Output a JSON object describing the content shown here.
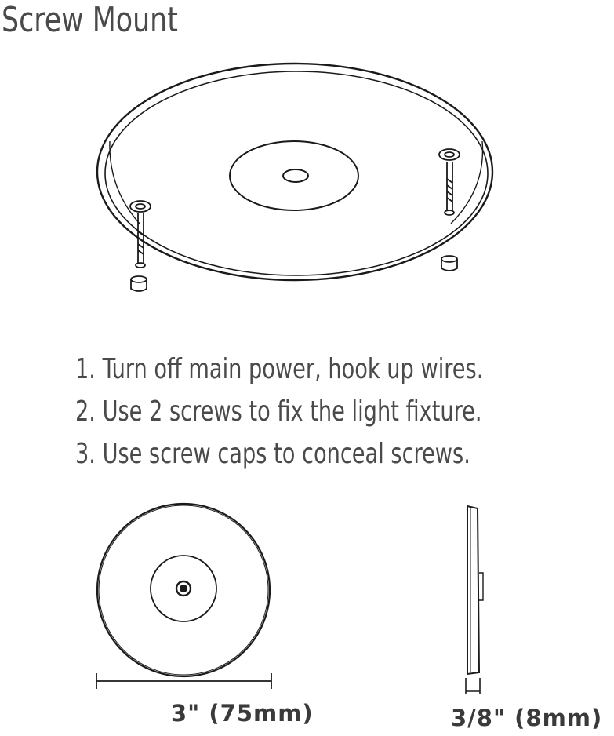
{
  "title": "Screw Mount",
  "steps": [
    "1. Turn off main power, hook up wires.",
    "2. Use 2 screws to fix the light fixture.",
    "3. Use screw caps to conceal screws."
  ],
  "dimensions": {
    "width_label": "3\"  (75mm)",
    "thickness_label": "3/8\"  (8mm)"
  },
  "colors": {
    "line": "#1a1a1a",
    "text": "#4a4a4a"
  }
}
